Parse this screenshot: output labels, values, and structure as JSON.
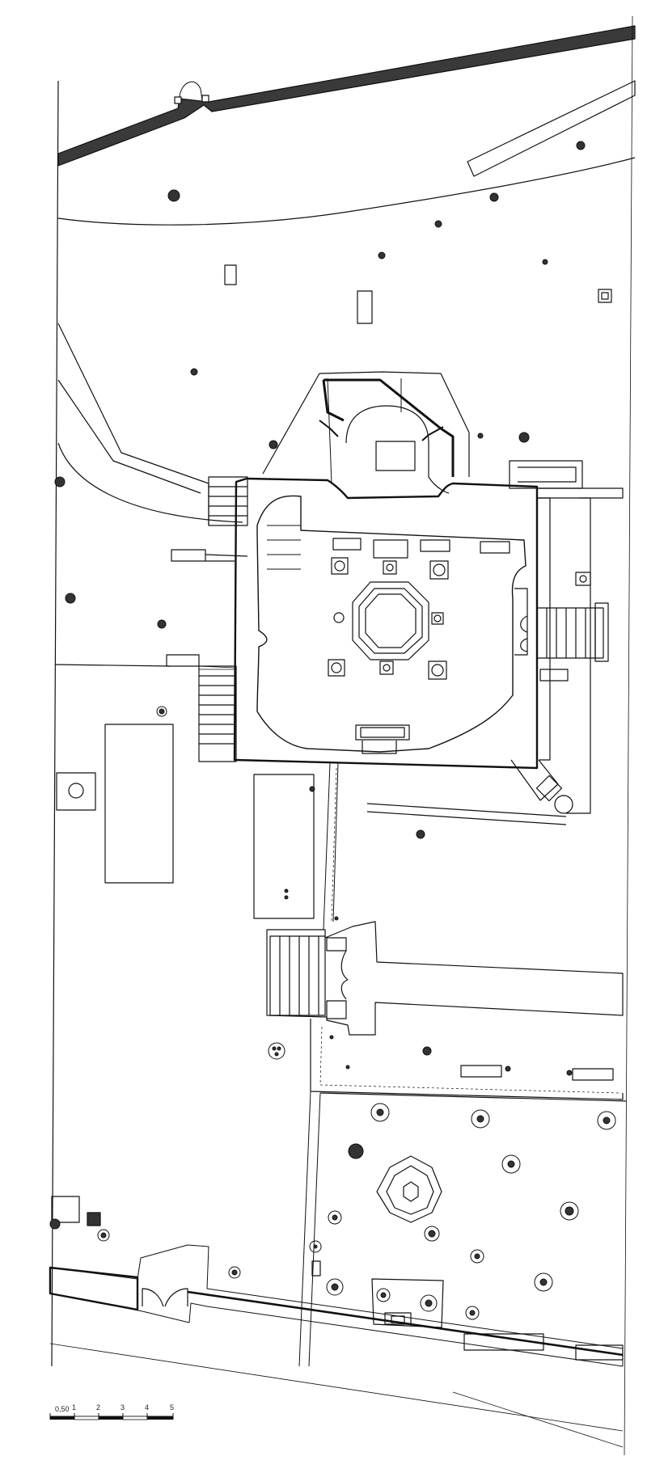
{
  "figure": {
    "scale_bar": {
      "ticks": [
        "0,50",
        "1",
        "2",
        "3",
        "4",
        "5"
      ]
    }
  },
  "colors": {
    "ink": "#111111",
    "wall_hatch": "#333333",
    "paper": "#ffffff"
  }
}
